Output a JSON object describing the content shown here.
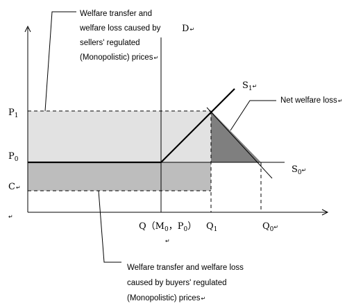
{
  "labels": {
    "D": "D",
    "S1": "S",
    "S1_sub": "1",
    "S0": "S",
    "S0_sub": "0",
    "P1": "P",
    "P1_sub": "1",
    "P0": "P",
    "P0_sub": "0",
    "C": "C",
    "Q_M0_P0": "Q（M",
    "Q_M0_P0_sub": "0",
    "Q_M0_P0_mid": "，P",
    "Q_M0_P0_sub2": "0",
    "Q_M0_P0_end": "）",
    "Q1": "Q",
    "Q1_sub": "1",
    "Q0": "Q",
    "Q0_sub": "0",
    "return_mark": "↵"
  },
  "annotations": {
    "top": [
      "Welfare transfer and",
      "welfare loss caused by",
      "sellers' regulated",
      "(Monopolistic) prices"
    ],
    "bottom": [
      "Welfare transfer and welfare loss",
      "caused by buyers' regulated",
      "(Monopolistic) prices"
    ],
    "net_loss": "Net welfare loss"
  },
  "colors": {
    "upper_rect": "#e2e2e2",
    "lower_rect": "#bdbdbd",
    "triangle": "#7f7f7f",
    "line": "#000000"
  }
}
